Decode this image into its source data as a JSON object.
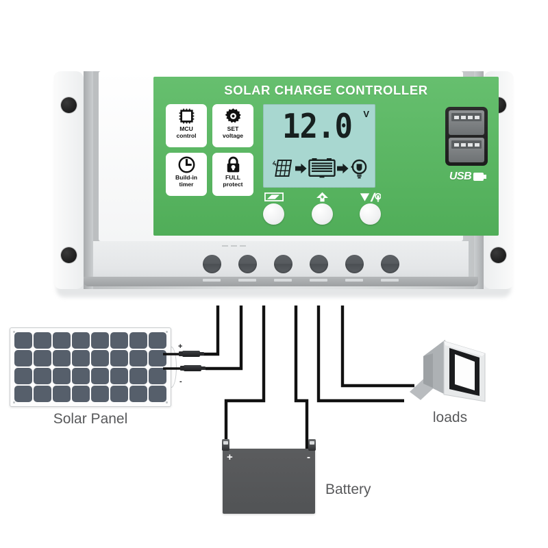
{
  "device": {
    "title": "SOLAR CHARGE CONTROLLER",
    "green_color": "#55b85e",
    "lcd": {
      "background_color": "#a8d7d0",
      "value": "12.0",
      "unit": "V",
      "flow_icons": [
        "solar-panel-icon",
        "arrow-right-icon",
        "battery-icon",
        "arrow-right-icon",
        "light-bulb-icon"
      ]
    },
    "badges": [
      {
        "icon": "mcu-chip-icon",
        "line1": "MCU",
        "line2": "control"
      },
      {
        "icon": "gear-icon",
        "line1": "SET",
        "line2": "voltage"
      },
      {
        "icon": "clock-icon",
        "line1": "Build-in",
        "line2": "timer"
      },
      {
        "icon": "padlock-icon",
        "line1": "FULL",
        "line2": "protect"
      }
    ],
    "buttons": [
      {
        "name": "menu-button",
        "icon": "display-menu-icon"
      },
      {
        "name": "up-button",
        "icon": "up-arrow-plus-icon"
      },
      {
        "name": "down-button",
        "icon": "down-arrow-light-icon"
      }
    ],
    "usb": {
      "label": "USB",
      "port_count": 2,
      "plug_icon": "usb-plug-icon"
    },
    "terminal_count": 6,
    "mounting_hole_count": 4
  },
  "diagram": {
    "solar_panel": {
      "caption": "Solar Panel",
      "cell_columns": 8,
      "cell_rows": 4,
      "cell_color": "#565f6b",
      "connector_positive": "+",
      "connector_negative": "-"
    },
    "battery": {
      "caption": "Battery",
      "positive_terminal": "+",
      "negative_terminal": "-",
      "body_color": "#5b5c5e"
    },
    "load": {
      "caption": "loads",
      "icon": "led-floodlight-icon"
    },
    "wire_color": "#111111",
    "wire_count": 6
  }
}
